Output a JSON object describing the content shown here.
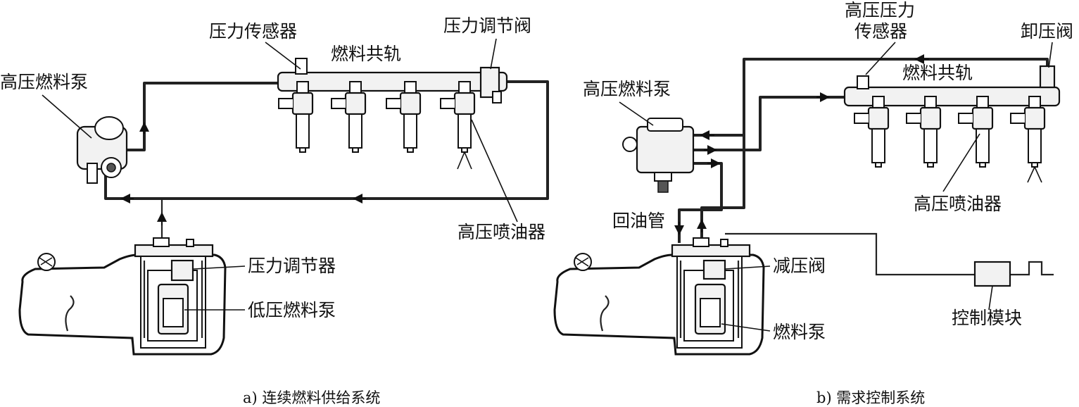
{
  "diagram_a": {
    "caption": "a) 连续燃料供给系统",
    "labels": {
      "pressure_sensor": "压力传感器",
      "fuel_rail": "燃料共轨",
      "pressure_regulating_valve": "压力调节阀",
      "high_pressure_pump": "高压燃料泵",
      "high_pressure_injector": "高压喷油器",
      "pressure_regulator": "压力调节器",
      "low_pressure_pump": "低压燃料泵"
    }
  },
  "diagram_b": {
    "caption": "b) 需求控制系统",
    "labels": {
      "high_pressure_sensor_line1": "高压压力",
      "high_pressure_sensor_line2": "传感器",
      "relief_valve": "卸压阀",
      "fuel_rail": "燃料共轨",
      "high_pressure_pump": "高压燃料泵",
      "high_pressure_injector": "高压喷油器",
      "return_line": "回油管",
      "pressure_reducing_valve": "减压阀",
      "fuel_pump": "燃料泵",
      "control_module": "控制模块"
    }
  }
}
